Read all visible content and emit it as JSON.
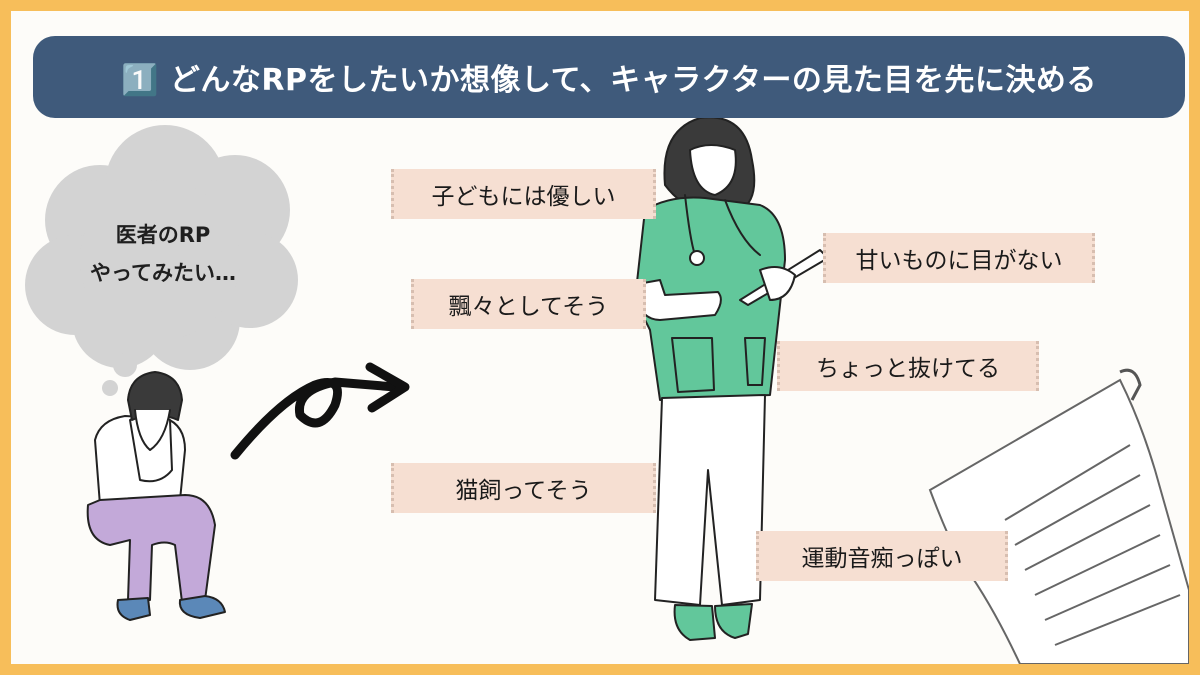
{
  "header": {
    "title": "1️⃣ どんなRPをしたいか想像して、キャラクターの見た目を先に決める"
  },
  "thought_bubble": {
    "line1": "医者のRP",
    "line2": "やってみたい…"
  },
  "tags": [
    "子どもには優しい",
    "甘いものに目がない",
    "飄々としてそう",
    "ちょっと抜けてる",
    "猫飼ってそう",
    "運動音痴っぽい"
  ],
  "colors": {
    "border": "#f7be5a",
    "header_bg": "#3f5a7b",
    "tag_bg": "#f6dfd2",
    "scrubs": "#62c79b",
    "pants_purple": "#c3a9d9"
  }
}
